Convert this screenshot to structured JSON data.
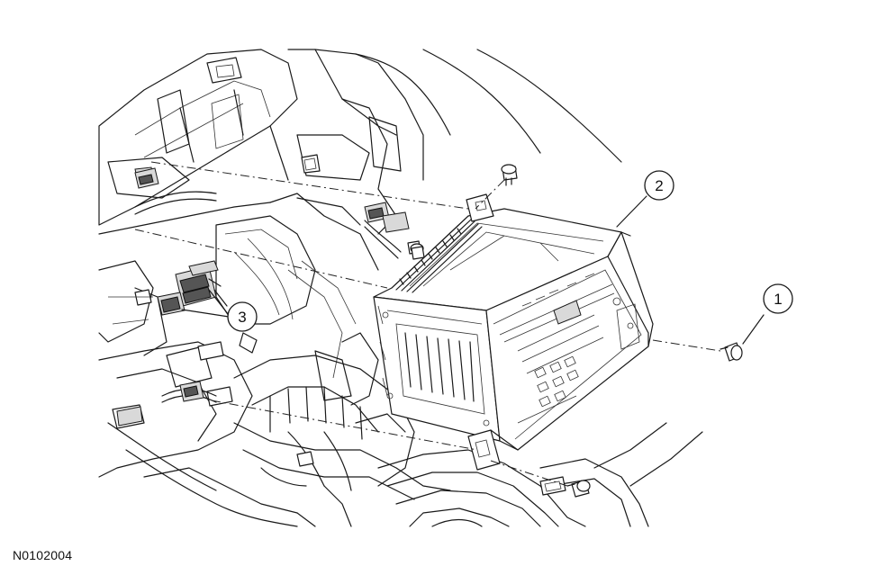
{
  "figure_id": "N0102004",
  "callouts": [
    {
      "id": "callout-1",
      "label": "1"
    },
    {
      "id": "callout-2",
      "label": "2"
    },
    {
      "id": "callout-3",
      "label": "3"
    }
  ],
  "icons": [
    "screw-icon",
    "radio-unit-icon",
    "electrical-connector-icon"
  ]
}
